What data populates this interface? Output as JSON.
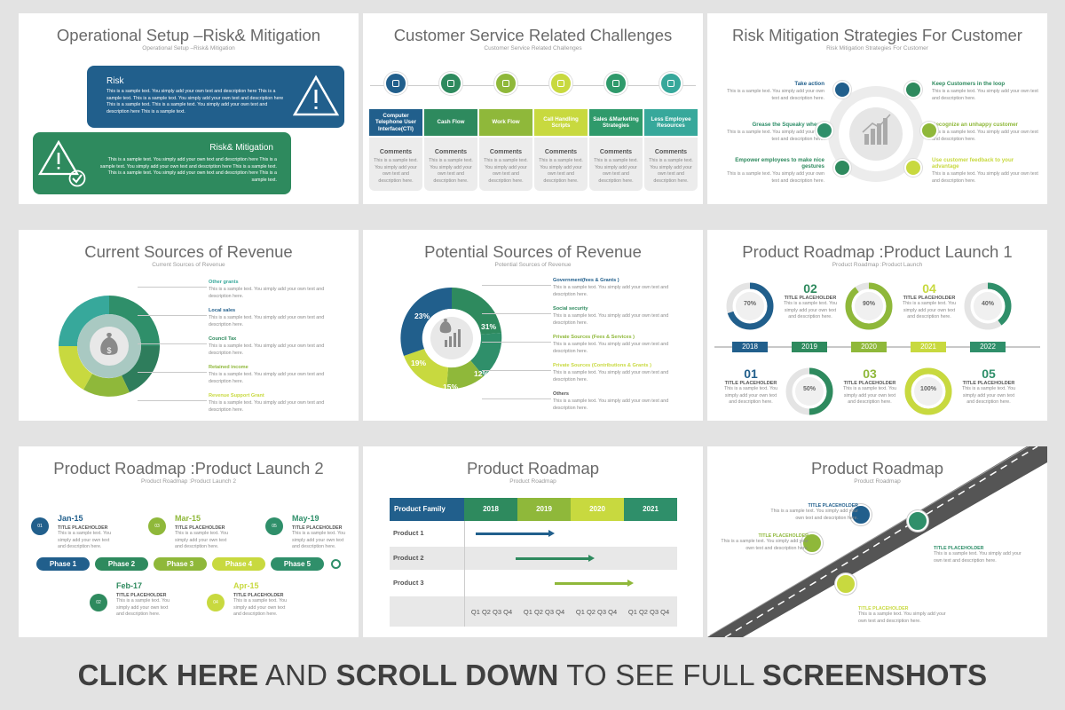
{
  "colors": {
    "navy": "#215f8c",
    "green": "#2e8a5e",
    "teal": "#2f8f6a",
    "lime": "#8fb83a",
    "yellow": "#c8d93f",
    "cyan": "#37a89b",
    "grey": "#e9e9e9"
  },
  "slide1": {
    "title": "Operational Setup –Risk& Mitigation",
    "subtitle": "Operational Setup –Risk& Mitigation",
    "box1_title": "Risk",
    "box1_text": "This is a sample text. You simply add your own text and description here This is a sample text. This is a sample text. You simply add your own text and description here This is a sample text. This is a sample text. You simply add your own text and description here This is a sample text.",
    "box2_title": "Risk& Mitigation",
    "box2_text": "This is a sample text. You simply add your own text and description here This is a sample text. You simply add your own text and description here This is a sample text. This is a sample text. You simply add your own text and description here This is a sample text.",
    "icons": [
      "warning-icon",
      "warning-icon",
      "check-circle-icon"
    ]
  },
  "slide2": {
    "title": "Customer Service Related Challenges",
    "subtitle": "Customer Service Related Challenges",
    "columns": [
      {
        "label": "Computer Telephone User Interface(CTI)",
        "color": "#215f8c",
        "icon": "computer-icon"
      },
      {
        "label": "Cash Flow",
        "color": "#2e8a5e",
        "icon": "money-icon"
      },
      {
        "label": "Work Flow",
        "color": "#8fb83a",
        "icon": "check-icon"
      },
      {
        "label": "Call Handling Scripts",
        "color": "#c8d93f",
        "icon": "face-icon"
      },
      {
        "label": "Sales &Marketing Strategies",
        "color": "#2f9a6b",
        "icon": "cart-icon"
      },
      {
        "label": "Less Employee Resources",
        "color": "#37a89b",
        "icon": "people-icon"
      }
    ],
    "comment_title": "Comments",
    "comment_text": "This is a sample text. You simply add your own text and description here."
  },
  "slide3": {
    "title": "Risk Mitigation Strategies For Customer",
    "subtitle": "Risk Mitigation Strategies For Customer",
    "left": [
      {
        "title": "Take action",
        "text": "This is a sample text. You simply add your own text and description here."
      },
      {
        "title": "Grease the Squeaky wheels",
        "text": "This is a sample text. You simply add your own text and description here."
      },
      {
        "title": "Empower employees to make nice gestures",
        "text": "This is a sample text. You simply add your own text and description here."
      }
    ],
    "right": [
      {
        "title": "Keep Customers in the loop",
        "text": "This is a sample text. You simply add your own text and description here."
      },
      {
        "title": "Recognize an unhappy customer",
        "text": "This is a sample text. You simply add your own text and description here."
      },
      {
        "title": "Use customer feedback to your advantage",
        "text": "This is a sample text. You simply add your own text and description here."
      }
    ]
  },
  "slide4": {
    "title": "Current Sources of Revenue",
    "subtitle": "Current Sources of Revenue",
    "items": [
      {
        "title": "Other grants",
        "text": "This is a sample text. You simply add your own text and description here."
      },
      {
        "title": "Local sales",
        "text": "This is a sample text. You simply add your own text and description here."
      },
      {
        "title": "Council Tax",
        "text": "This is a sample text. You simply add your own text and description here."
      },
      {
        "title": "Retained income",
        "text": "This is a sample text. You simply add your own text and description here."
      },
      {
        "title": "Revenue Support Grant",
        "text": "This is a sample text. You simply add your own text and description here."
      }
    ]
  },
  "slide5": {
    "title": "Potential Sources of Revenue",
    "subtitle": "Potential Sources of Revenue",
    "percents": [
      "23%",
      "31%",
      "19%",
      "12%",
      "15%"
    ],
    "items": [
      {
        "title": "Government(fees & Grants )",
        "text": "This is a sample text. You simply add your own text and description here."
      },
      {
        "title": "Social security",
        "text": "This is a sample text. You simply add your own text and description here."
      },
      {
        "title": "Private Sources (Fees & Services )",
        "text": "This is a sample text. You simply add your own text and description here."
      },
      {
        "title": "Private Sources (Contributions & Grants )",
        "text": "This is a sample text. You simply add your own text and description here."
      },
      {
        "title": "Others",
        "text": "This is a sample text. You simply add your own text and description here."
      }
    ]
  },
  "slide6": {
    "title": "Product Roadmap :Product Launch 1",
    "subtitle": "Product Roadmap :Product Launch",
    "years": [
      "2018",
      "2019",
      "2020",
      "2021",
      "2022"
    ],
    "top": [
      {
        "pct": "70%"
      },
      {
        "num": "02",
        "title": "TITLE PLACEHOLDER",
        "text": "This is a sample text. You simply add your own text and description here."
      },
      {
        "pct": "90%"
      },
      {
        "num": "04",
        "title": "TITLE PLACEHOLDER",
        "text": "This is a sample text. You simply add your own text and description here."
      },
      {
        "pct": "40%"
      }
    ],
    "bottom": [
      {
        "num": "01",
        "title": "TITLE PLACEHOLDER",
        "text": "This is a sample text. You simply add your own text and description here."
      },
      {
        "pct": "50%"
      },
      {
        "num": "03",
        "title": "TITLE PLACEHOLDER",
        "text": "This is a sample text. You simply add your own text and description here."
      },
      {
        "pct": "100%"
      },
      {
        "num": "05",
        "title": "TITLE PLACEHOLDER",
        "text": "This is a sample text. You simply add your own text and description here."
      }
    ]
  },
  "slide7": {
    "title": "Product Roadmap :Product Launch 2",
    "subtitle": "Product Roadmap :Product Launch 2",
    "phases": [
      "Phase 1",
      "Phase 2",
      "Phase 3",
      "Phase 4",
      "Phase 5"
    ],
    "milestones": [
      {
        "num": "01",
        "date": "Jan-15",
        "title": "TITLE PLACEHOLDER",
        "text": "This is a sample text. You simply add your own text and description here."
      },
      {
        "num": "02",
        "date": "Feb-17",
        "title": "TITLE PLACEHOLDER",
        "text": "This is a sample text. You simply add your own text and description here."
      },
      {
        "num": "03",
        "date": "Mar-15",
        "title": "TITLE PLACEHOLDER",
        "text": "This is a sample text. You simply add your own text and description here."
      },
      {
        "num": "04",
        "date": "Apr-15",
        "title": "TITLE PLACEHOLDER",
        "text": "This is a sample text. You simply add your own text and description here."
      },
      {
        "num": "05",
        "date": "May-19",
        "title": "TITLE PLACEHOLDER",
        "text": "This is a sample text. You simply add your own text and description here."
      }
    ]
  },
  "slide8": {
    "title": "Product Roadmap",
    "subtitle": "Product Roadmap",
    "header": "Product Family",
    "years": [
      "2018",
      "2019",
      "2020",
      "2021"
    ],
    "products": [
      "Product 1",
      "Product 2",
      "Product 3"
    ],
    "quarters": "Q1 Q2 Q3 Q4"
  },
  "slide9": {
    "title": "Product Roadmap",
    "subtitle": "Product Roadmap",
    "points": [
      {
        "title": "TITLE PLACEHOLDER",
        "text": "This is a sample text. You simply add your own text and description here."
      },
      {
        "title": "TITLE PLACEHOLDER",
        "text": "This is a sample text. You simply add your own text and description here."
      },
      {
        "title": "TITLE PLACEHOLDER",
        "text": "This is a sample text. You simply add your own text and description here."
      },
      {
        "title": "TITLE PLACEHOLDER",
        "text": "This is a sample text. You simply add your own text and description here."
      }
    ]
  },
  "cta": {
    "part1": "CLICK HERE",
    "part2": " AND ",
    "part3": "SCROLL DOWN",
    "part4": " TO SEE FULL ",
    "part5": "SCREENSHOTS"
  }
}
